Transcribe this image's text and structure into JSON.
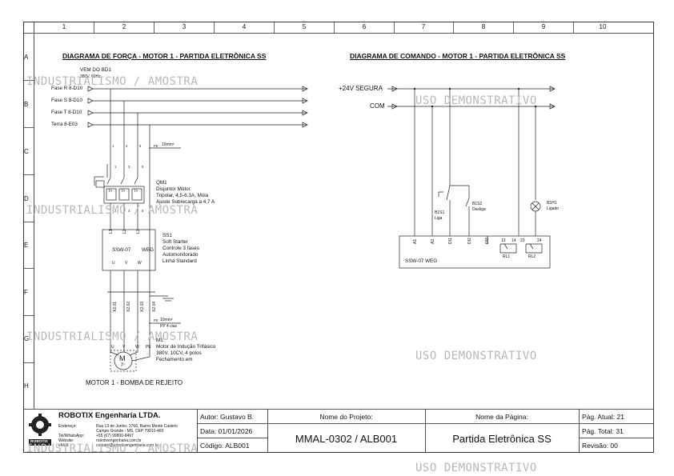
{
  "columns": [
    "1",
    "2",
    "3",
    "4",
    "5",
    "6",
    "7",
    "8",
    "9",
    "10"
  ],
  "rows": [
    "A",
    "B",
    "C",
    "D",
    "E",
    "F",
    "G",
    "H"
  ],
  "power": {
    "title": "DIAGRAMA DE FORÇA - MOTOR 1 - PARTIDA ELETRÔNICA SS",
    "source_line1": "VEM DO BD1",
    "source_line2": "380V, 60Hz",
    "phases": [
      "Fase R  8-D10",
      "Fase S  8-D10",
      "Fase T  8-D10",
      "Terra   8-E03"
    ],
    "cable1": "10mm²",
    "qm1_tag": "QM1",
    "qm1_desc": [
      "Disjuntor Motor",
      "Tripolar, 4,5-6,3A, Mola",
      "Ajuste Sobrecarga a 4,7 A"
    ],
    "ss1_tag": "SS1",
    "ss1_desc": [
      "Soft Starter",
      "Controle 3 fases",
      "Automonitorado",
      "Linha Standard"
    ],
    "ss1_model": "SSW-07",
    "ss1_brand": "WEG",
    "ss1_inputs": [
      "L1",
      "L2",
      "L3"
    ],
    "ss1_outputs": [
      "U",
      "V",
      "W"
    ],
    "terminals": [
      "X2.01",
      "X2.02",
      "X2.03",
      "X2.04"
    ],
    "cable2": "10mm²",
    "cable2_sub": "PP 4 vias",
    "m1_tag": "M1",
    "m1_desc": [
      "Motor de Indução Trifásico",
      "380V, 10CV, 4 polos",
      "Fechamento em"
    ],
    "motor_terms": [
      "U",
      "V",
      "W",
      "PE"
    ],
    "motor_caption": "MOTOR 1 - BOMBA DE REJEITO"
  },
  "command": {
    "title": "DIAGRAMA DE COMANDO - MOTOR 1 - PARTIDA ELETRÔNICA SS",
    "rail1": "+24V SEGURA",
    "rail2": "COM",
    "b1s1": [
      "B1S1",
      "Liga"
    ],
    "b1s2": [
      "B1S2",
      "Desliga"
    ],
    "b1h1": [
      "B1H1",
      "Ligado"
    ],
    "terminals": [
      "A1",
      "A2",
      "DI1",
      "DI2",
      "DI3",
      "13",
      "14",
      "23",
      "24"
    ],
    "model": "SSW-07  WEG",
    "relays": [
      "RL1",
      "RL2"
    ]
  },
  "company": {
    "name": "ROBOTIX Engenharia LTDA.",
    "logo_text": "ROBOTIX",
    "address_label": "Endereço:",
    "address": [
      "Rua 13 de Junho, 3766, Bairro Monte Castelo",
      "Campo Grande - MS, CEP 79010-460"
    ],
    "phone_label": "Tel/WhatsApp:",
    "phone": "+55 (67) 99800-8497",
    "web_label": "Website:",
    "web": "robotixengenharia.com.br",
    "email_label": "eMail:",
    "email": "contato@robotixengenharia.com.br"
  },
  "titleblock": {
    "author": "Autor: Gustavo B.",
    "date": "Data: 01/01/2026",
    "code": "Código: ALB001",
    "project_label": "Nome do Projeto:",
    "project": "MMAL-0302 / ALB001",
    "page_label": "Nome da Página:",
    "page_name": "Partida Eletrônica SS",
    "page_current": "Pág. Atual: 21",
    "page_total": "Pág. Total: 31",
    "revision": "Revisão: 00"
  },
  "watermarks": [
    "INDUSTRIALISMO / AMOSTRA",
    "USO DEMONSTRATIVO"
  ]
}
